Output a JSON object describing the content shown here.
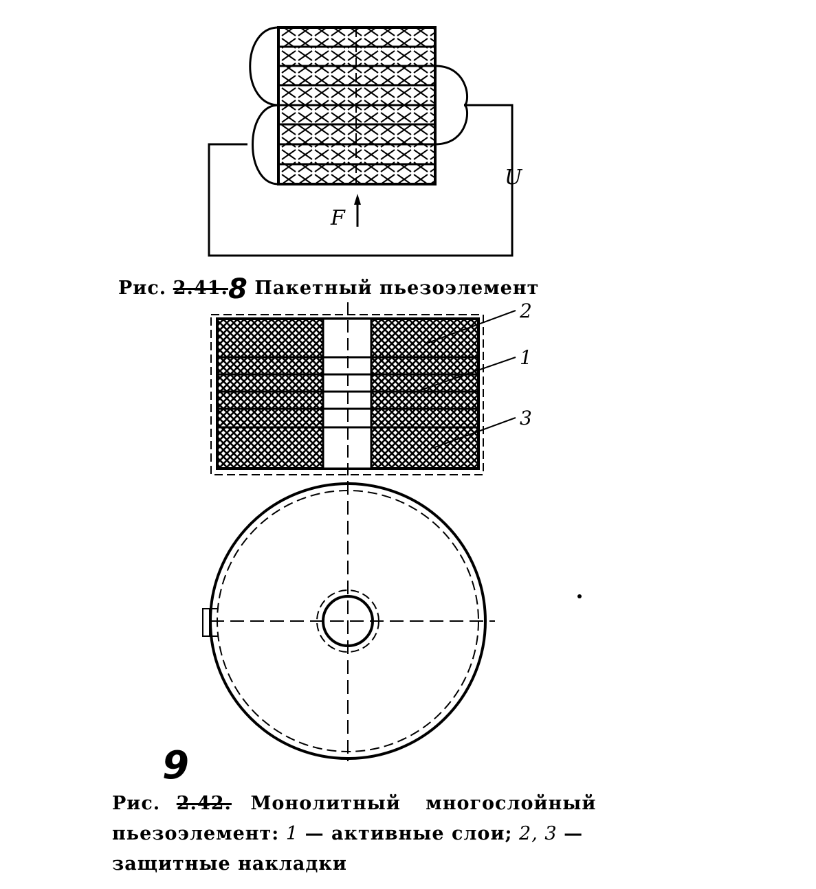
{
  "figure_top": {
    "label_voltage": "U",
    "label_force": "F"
  },
  "caption1": {
    "prefix": "Рис.",
    "struck_number": "2.41.",
    "handwritten_number": "8",
    "title": "Пакетный пьезоэлемент"
  },
  "figure_section": {
    "callouts": [
      "2",
      "1",
      "3"
    ]
  },
  "handwritten_number_2": "9",
  "caption2": {
    "prefix": "Рис.",
    "struck_number": "2.42.",
    "line1": "Монолитный многослойный",
    "line2_start": "пьезоэлемент:",
    "item1_num": "1",
    "item1_text": "— активные слои;",
    "item23_num": "2, 3",
    "dash": "—",
    "line3": "защитные накладки"
  }
}
